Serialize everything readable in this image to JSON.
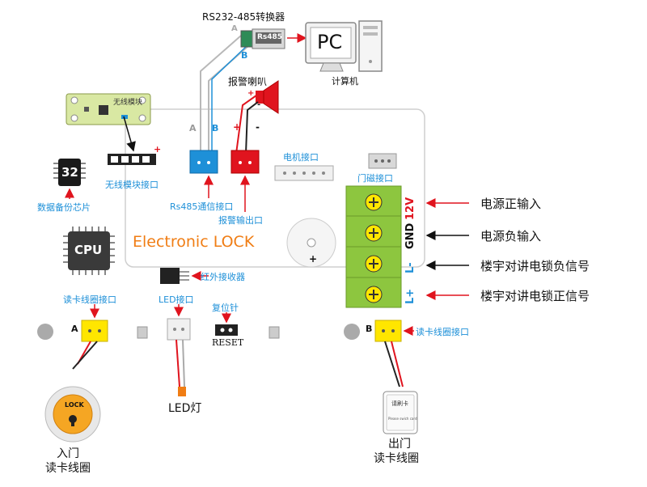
{
  "converter": {
    "title": "RS232-485转换器",
    "port_label": "Rs485",
    "line_a": "A",
    "line_b": "B"
  },
  "pc": {
    "screen_text": "PC",
    "caption": "计算机"
  },
  "alarm": {
    "title": "报警喇叭",
    "plus": "+",
    "minus": "-"
  },
  "wireless": {
    "module_label": "无线模块",
    "connector_label": "无线模块接口",
    "plus": "+"
  },
  "board": {
    "title": "Electronic LOCK"
  },
  "chips": {
    "backup_text": "32",
    "backup_label": "数据备份芯片",
    "cpu_text": "CPU"
  },
  "ports": {
    "rs485_label": "Rs485通信接口",
    "alarm_out_label": "报警输出口",
    "motor_label": "电机接口",
    "door_label": "门磁接口",
    "a_mark": "A",
    "b_mark": "B",
    "plus": "+",
    "minus": "-"
  },
  "buzzer": {
    "plus": "+"
  },
  "ir": {
    "label": "红外接收器"
  },
  "bottom": {
    "reader_a_label": "读卡线圈接口",
    "led_port_label": "LED接口",
    "reset_label": "复位针",
    "reset_text": "RESET",
    "reader_b_label": "读卡线圈接口",
    "port_a": "A",
    "port_b": "B"
  },
  "terminals": {
    "labels": [
      "12V",
      "GND",
      "L-",
      "L+"
    ],
    "descriptions": [
      "电源正输入",
      "电源负输入",
      "楼宇对讲电锁负信号",
      "楼宇对讲电锁正信号"
    ]
  },
  "entry": {
    "lock_text": "LOCK",
    "caption_line1": "入门",
    "caption_line2": "读卡线圈"
  },
  "led": {
    "caption": "LED灯"
  },
  "exit": {
    "card_title": "请刷卡",
    "card_sub": "Please swich card",
    "caption_line1": "出门",
    "caption_line2": "读卡线圈"
  },
  "colors": {
    "blue": "#1e90d8",
    "red": "#e0141e",
    "green": "#8dc63f",
    "yellow": "#ffe600",
    "orange": "#f07d14",
    "gray": "#aaaaaa"
  }
}
